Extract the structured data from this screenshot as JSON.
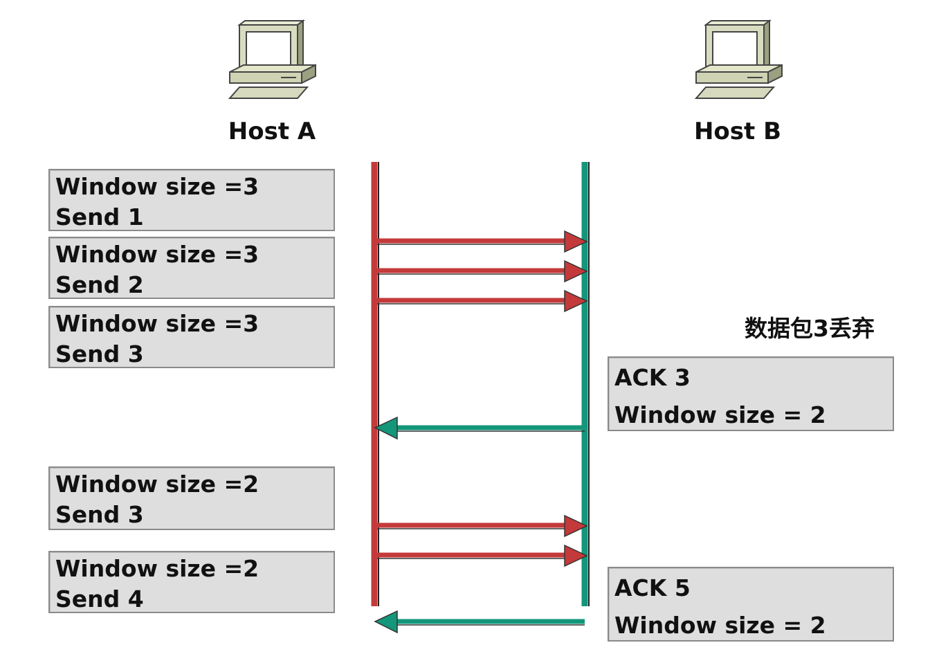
{
  "hosts": {
    "a_label": "Host A",
    "b_label": "Host B"
  },
  "sender_boxes": [
    {
      "line1": "Window size =3",
      "line2": "Send 1"
    },
    {
      "line1": "Window size =3",
      "line2": "Send 2"
    },
    {
      "line1": "Window size =3",
      "line2": "Send 3"
    },
    {
      "line1": "Window size =2",
      "line2": "Send 3"
    },
    {
      "line1": "Window size =2",
      "line2": "Send 4"
    }
  ],
  "receiver_boxes": [
    {
      "line1": "ACK 3",
      "line2": "Window size = 2"
    },
    {
      "line1": "ACK 5",
      "line2": "Window size = 2"
    }
  ],
  "drop_note": "数据包3丢弃",
  "icons": {
    "host_a": "computer-icon",
    "host_b": "computer-icon"
  },
  "colors": {
    "sender_line": "#c43a3a",
    "receiver_line": "#13967a",
    "data_arrow": "#c43a3a",
    "ack_arrow": "#13967a",
    "box_fill": "#dedede"
  }
}
